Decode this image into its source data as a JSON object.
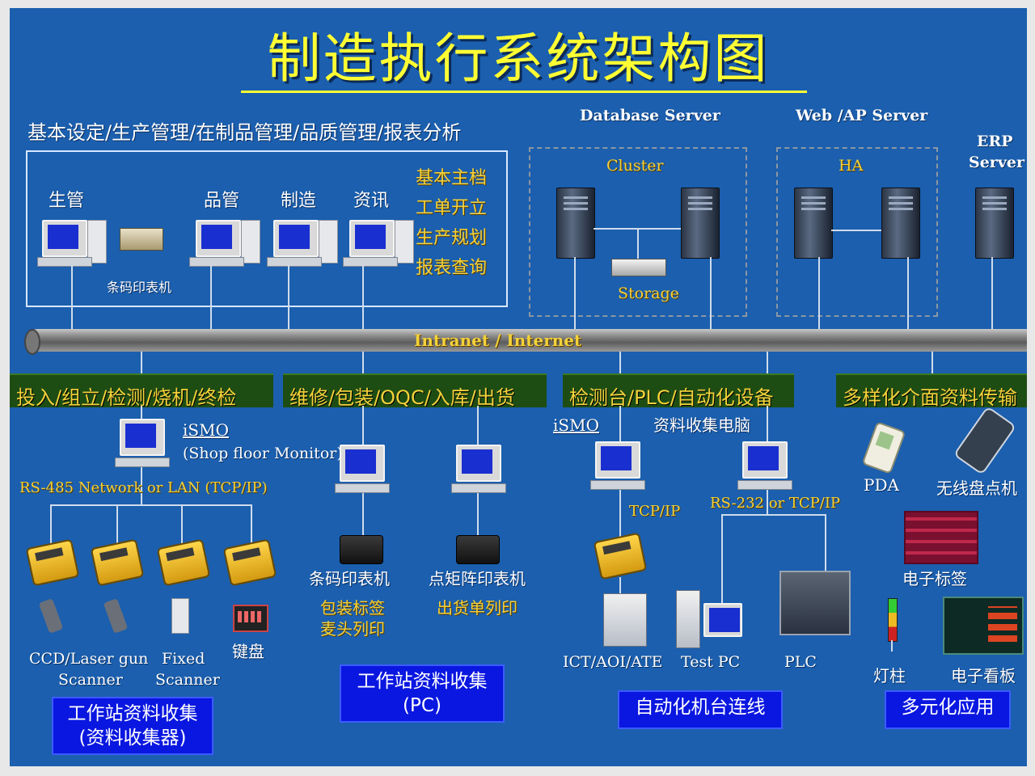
{
  "title": "制造执行系统架构图",
  "top": {
    "functions": "基本设定/生产管理/在制品管理/品质管理/报表分析",
    "client_labels": [
      "生管",
      "品管",
      "制造",
      "资讯"
    ],
    "printer_label": "条码印表机",
    "modules": [
      "基本主档",
      "工单开立",
      "生产规划",
      "报表查询"
    ],
    "db_server": "Database Server",
    "cluster": "Cluster",
    "storage": "Storage",
    "web_server": "Web /AP Server",
    "ha": "HA",
    "erp_line1": "ERP",
    "erp_line2": "Server"
  },
  "network": "Intranet / Internet",
  "sections": {
    "s1": "投入/组立/检测/烧机/终检",
    "s2": "维修/包装/OQC/入库/出货",
    "s3": "检测台/PLC/自动化设备",
    "s4": "多样化介面资料传输"
  },
  "col1": {
    "ismo": "iSMO",
    "ismo_sub": "(Shop floor Monitor)",
    "net": "RS-485 Network or LAN (TCP/IP)",
    "ccd_line1": "CCD/Laser gun",
    "ccd_line2": "Scanner",
    "fixed_line1": "Fixed",
    "fixed_line2": "Scanner",
    "keyboard": "键盘",
    "box_line1": "工作站资料收集",
    "box_line2": "(资料收集器)"
  },
  "col2": {
    "barcode_printer": "条码印表机",
    "pkg_label_line1": "包装标签",
    "pkg_label_line2": "麦头列印",
    "dot_printer": "点矩阵印表机",
    "ship_print": "出货单列印",
    "box_line1": "工作站资料收集",
    "box_line2": "(PC)"
  },
  "col3": {
    "ismo": "iSMO",
    "collect_pc": "资料收集电脑",
    "tcpip": "TCP/IP",
    "rs232": "RS-232 or TCP/IP",
    "ict": "ICT/AOI/ATE",
    "testpc": "Test PC",
    "plc": "PLC",
    "box": "自动化机台连线"
  },
  "col4": {
    "pda": "PDA",
    "wireless": "无线盘点机",
    "elabel": "电子标签",
    "light": "灯柱",
    "eboard": "电子看板",
    "box": "多元化应用"
  },
  "colors": {
    "background": "#1b5fae",
    "title": "#ffff33",
    "section_band": "#1e4d14",
    "section_text": "#f3d23a",
    "bottom_box": "#0a17e0"
  },
  "icons": [
    "pc-icon",
    "printer-icon",
    "server-icon",
    "storage-icon",
    "terminal-icon",
    "barcode-gun-icon",
    "keypad-icon",
    "pda-icon",
    "handheld-scanner-icon",
    "shelf-label-icon",
    "light-tower-icon",
    "display-board-icon",
    "plc-icon",
    "test-machine-icon"
  ]
}
